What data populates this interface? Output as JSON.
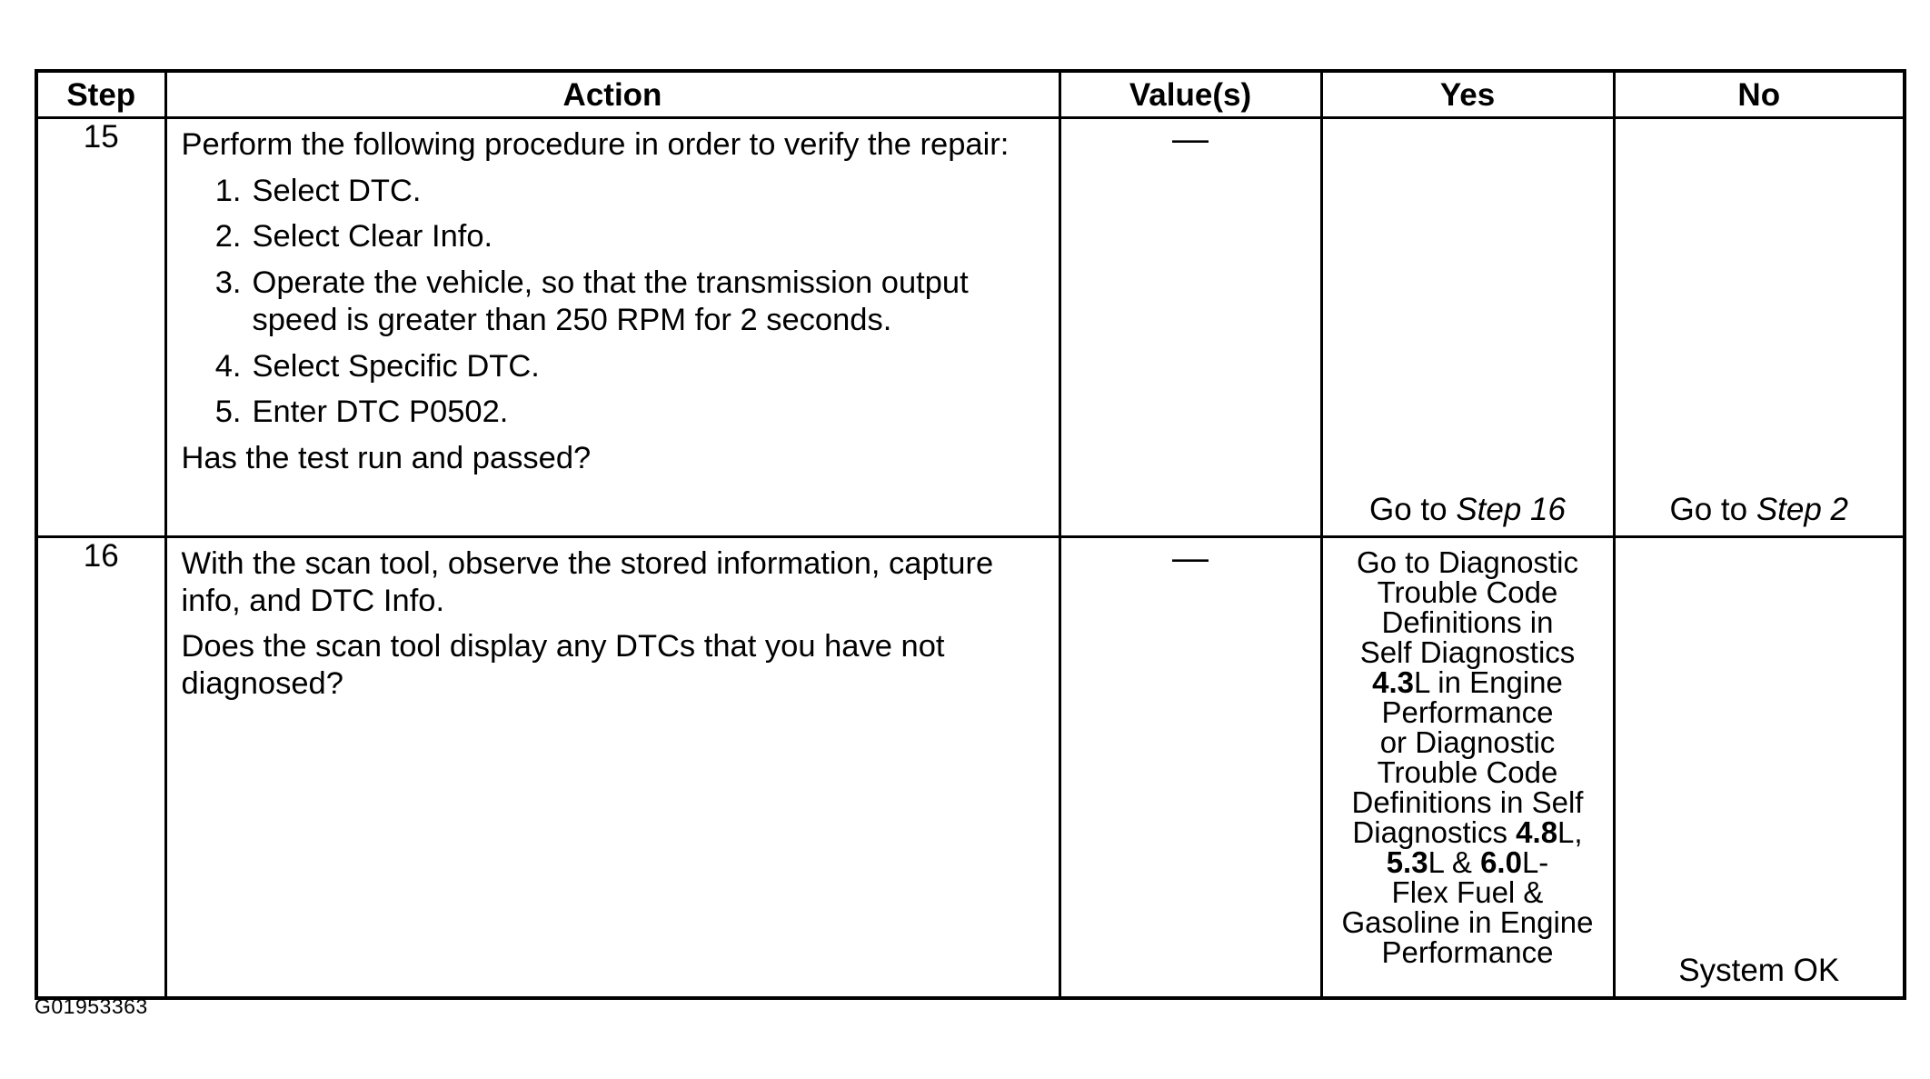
{
  "table": {
    "headers": {
      "step": "Step",
      "action": "Action",
      "values": "Value(s)",
      "yes": "Yes",
      "no": "No"
    },
    "rows": [
      {
        "step": "15",
        "action_intro": "Perform the following procedure in order to verify the repair:",
        "action_steps": [
          {
            "num": "1.",
            "text": "Select DTC."
          },
          {
            "num": "2.",
            "text": "Select Clear Info."
          },
          {
            "num": "3.",
            "text": "Operate the vehicle, so that the transmission output speed is greater than 250 RPM for 2 seconds."
          },
          {
            "num": "4.",
            "text": "Select Specific DTC."
          },
          {
            "num": "5.",
            "text": "Enter DTC P0502."
          }
        ],
        "action_question": "Has the test run and passed?",
        "value": "—",
        "yes_prefix": "Go to ",
        "yes_link": "Step 16",
        "no_prefix": "Go to ",
        "no_link": "Step 2"
      },
      {
        "step": "16",
        "action_intro": "With the scan tool, observe the stored information, capture info, and DTC Info.",
        "action_question": "Does the scan tool display any DTCs that you have not diagnosed?",
        "value": "—",
        "yes_parts": {
          "line1": "Go to Diagnostic",
          "line2": "Trouble Code",
          "line3": "Definitions in",
          "line4": "Self Diagnostics",
          "engine1": "4.3",
          "line5_after": "L in Engine",
          "line6": "Performance",
          "line7": "or Diagnostic",
          "line8": "Trouble Code",
          "line9": "Definitions in Self",
          "line10_before": "Diagnostics ",
          "engine2": "4.8",
          "line10_after": "L,",
          "engine3": "5.3",
          "line11_mid": "L & ",
          "engine4": "6.0",
          "line11_after": "L-",
          "line12": "Flex Fuel &",
          "line13": "Gasoline in Engine",
          "line14": "Performance"
        },
        "no": "System OK"
      }
    ]
  },
  "figure_id": "G01953363"
}
